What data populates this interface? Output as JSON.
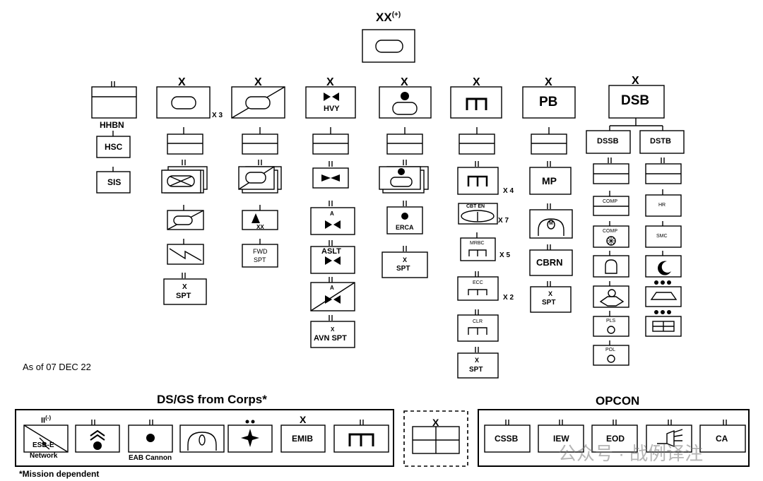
{
  "title": {
    "echelon": "XX",
    "sup": "(+)"
  },
  "columns": {
    "c1": {
      "echelon": "II",
      "name": "HHBN",
      "subs": [
        "HSC",
        "SIS"
      ]
    },
    "c2": {
      "echelon": "X",
      "mult": "X 3",
      "spt": "SPT",
      "spt_ech": "X"
    },
    "c3": {
      "echelon": "X",
      "xx": "XX",
      "fwd": "FWD",
      "spt": "SPT"
    },
    "c4": {
      "echelon": "X",
      "hvy": "HVY",
      "a1": "A",
      "aslt": "ASLT",
      "a2": "A",
      "avn_x": "X",
      "avn": "AVN SPT"
    },
    "c5": {
      "echelon": "X",
      "erca": "ERCA",
      "spt_x": "X",
      "spt": "SPT"
    },
    "c6": {
      "echelon": "X",
      "x4": "X 4",
      "cbt": "CBT EN",
      "x7": "X 7",
      "mrbc": "MRBC",
      "x5": "X 5",
      "ecc": "ECC",
      "x2": "X 2",
      "clr": "CLR",
      "spt_x": "X",
      "spt": "SPT"
    },
    "c7": {
      "echelon": "X",
      "pb": "PB",
      "mp": "MP",
      "m": "M",
      "cbrn": "CBRN",
      "spt_x": "X",
      "spt": "SPT"
    },
    "c8": {
      "echelon": "X",
      "dsb": "DSB",
      "dssb": "DSSB",
      "dstb": "DSTB",
      "comp1": "COMP",
      "comp2": "COMP",
      "pls": "PLS",
      "pol": "POL",
      "hr": "HR",
      "smc": "SMC"
    }
  },
  "asof": "As of 07 DEC 22",
  "dsgs": {
    "title": "DS/GS from Corps*",
    "esb_ech": "II",
    "esb_minus": "(-)",
    "esb": "ESB-E",
    "network": "Network",
    "eab_ech": "II",
    "eab": "EAB Cannon",
    "emib_ech": "X",
    "emib": "EMIB"
  },
  "mid_ech": "X",
  "opcon": {
    "title": "OPCON",
    "items": [
      "CSSB",
      "IEW",
      "EOD",
      "CA"
    ]
  },
  "footnote": "*Mission dependent",
  "watermark": "公众号 · 战例译注"
}
